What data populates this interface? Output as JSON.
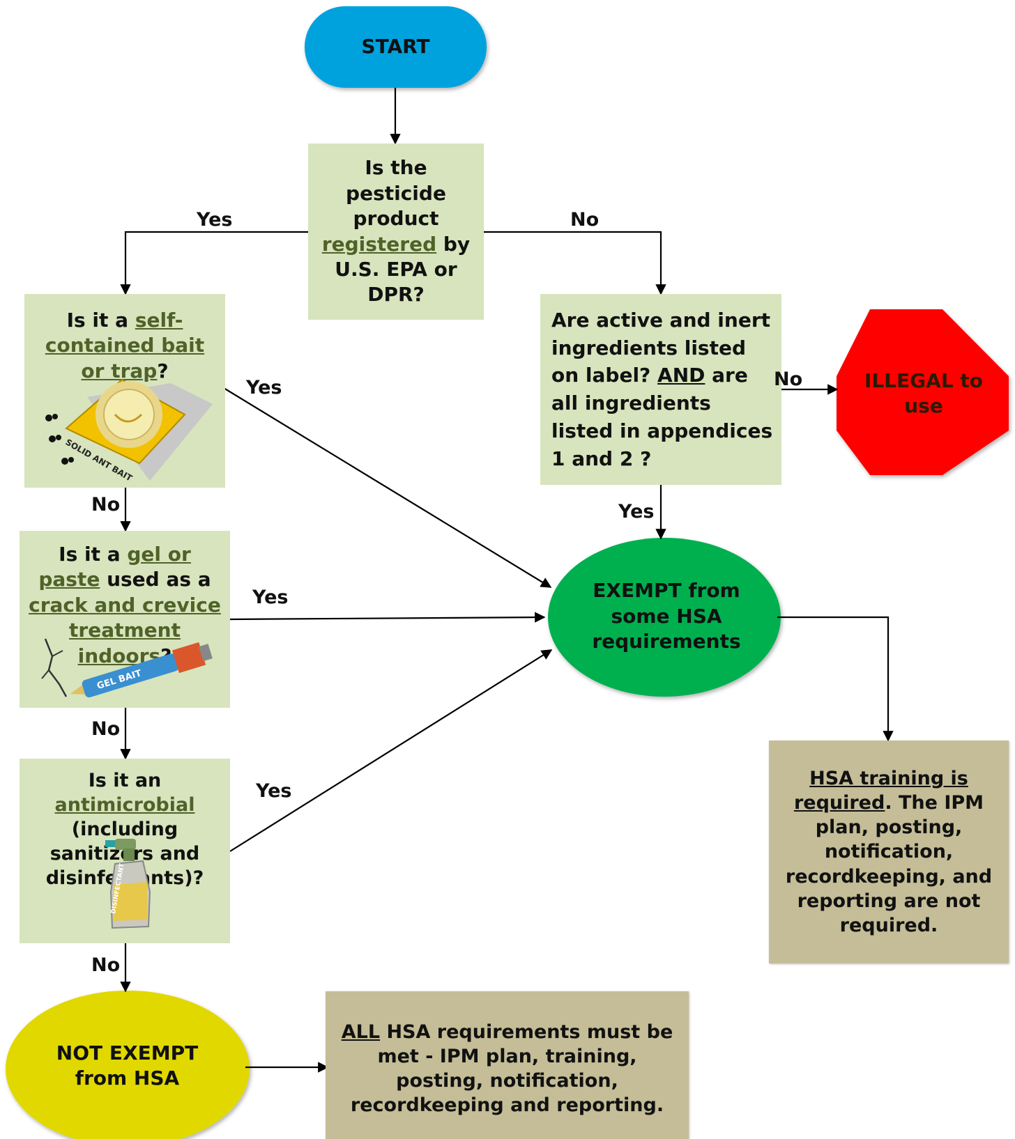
{
  "start": "START",
  "q1": {
    "pre": "Is the pesticide product",
    "link": "registered",
    "post": "by U.S. EPA or DPR?"
  },
  "q2": {
    "pre": "Is it a",
    "link": "self-contained bait or trap",
    "post": "?"
  },
  "q3": {
    "pre": "Is it a",
    "link1": "gel or paste",
    "mid": "used as a",
    "link2": "crack and crevice treatment indoors",
    "post": "?"
  },
  "q4": {
    "pre": "Is it an",
    "link": "antimicrobial",
    "post": "(including sanitizers and disinfectants)?"
  },
  "q5": {
    "pre": "Are active and inert ingredients listed on label?",
    "and": "AND",
    "post": "are all ingredients listed in appendices 1 and 2 ?"
  },
  "illegal": "ILLEGAL to use",
  "exempt": "EXEMPT from some HSA requirements",
  "not_exempt": "NOT EXEMPT from HSA",
  "hsa_training": {
    "u": "HSA training is required",
    "post": ". The IPM plan, posting, notification, recordkeeping, and reporting are not required."
  },
  "all_hsa": {
    "u": "ALL",
    "post": "HSA requirements must be met - IPM plan, training, posting, notification, recordkeeping and reporting."
  },
  "images": {
    "bait_label": "SOLID ANT BAIT",
    "gel_label": "GEL BAIT",
    "spray_label": "DISINFECTANT"
  },
  "labels": {
    "q1_yes": "Yes",
    "q1_no": "No",
    "q2_yes": "Yes",
    "q2_no": "No",
    "q3_yes": "Yes",
    "q3_no": "No",
    "q4_yes": "Yes",
    "q4_no": "No",
    "q5_no": "No",
    "q5_yes": "Yes"
  },
  "colors": {
    "start": "#00a2de",
    "question": "#d7e4bd",
    "illegal": "#ff0000",
    "exempt": "#00b050",
    "not_exempt": "#e1d800",
    "result": "#c4bd97",
    "link": "#4f6228"
  },
  "icons": [
    "ant-bait-icon",
    "gel-bait-syringe-icon",
    "disinfectant-spray-icon"
  ]
}
